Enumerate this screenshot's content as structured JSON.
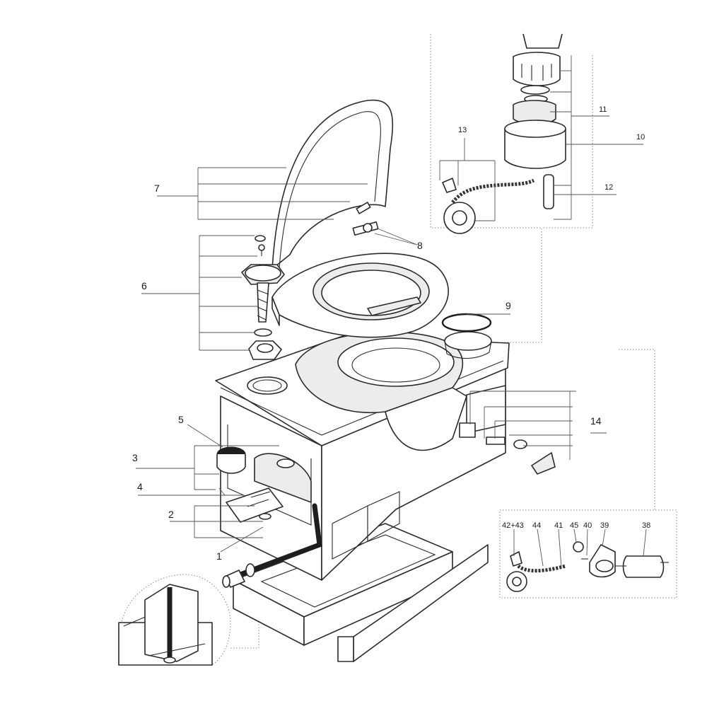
{
  "diagram": {
    "callouts": {
      "p1": "1",
      "p2": "2",
      "p3": "3",
      "p4": "4",
      "p5": "5",
      "p6": "6",
      "p7": "7",
      "p8": "8",
      "p9": "9",
      "p10": "10",
      "p11": "11",
      "p12": "12",
      "p13": "13",
      "p14": "14"
    },
    "fan_kit_callouts": {
      "p42_43": "42+43",
      "p44": "44",
      "p41": "41",
      "p45": "45",
      "p40": "40",
      "p39": "39",
      "p38": "38"
    }
  }
}
